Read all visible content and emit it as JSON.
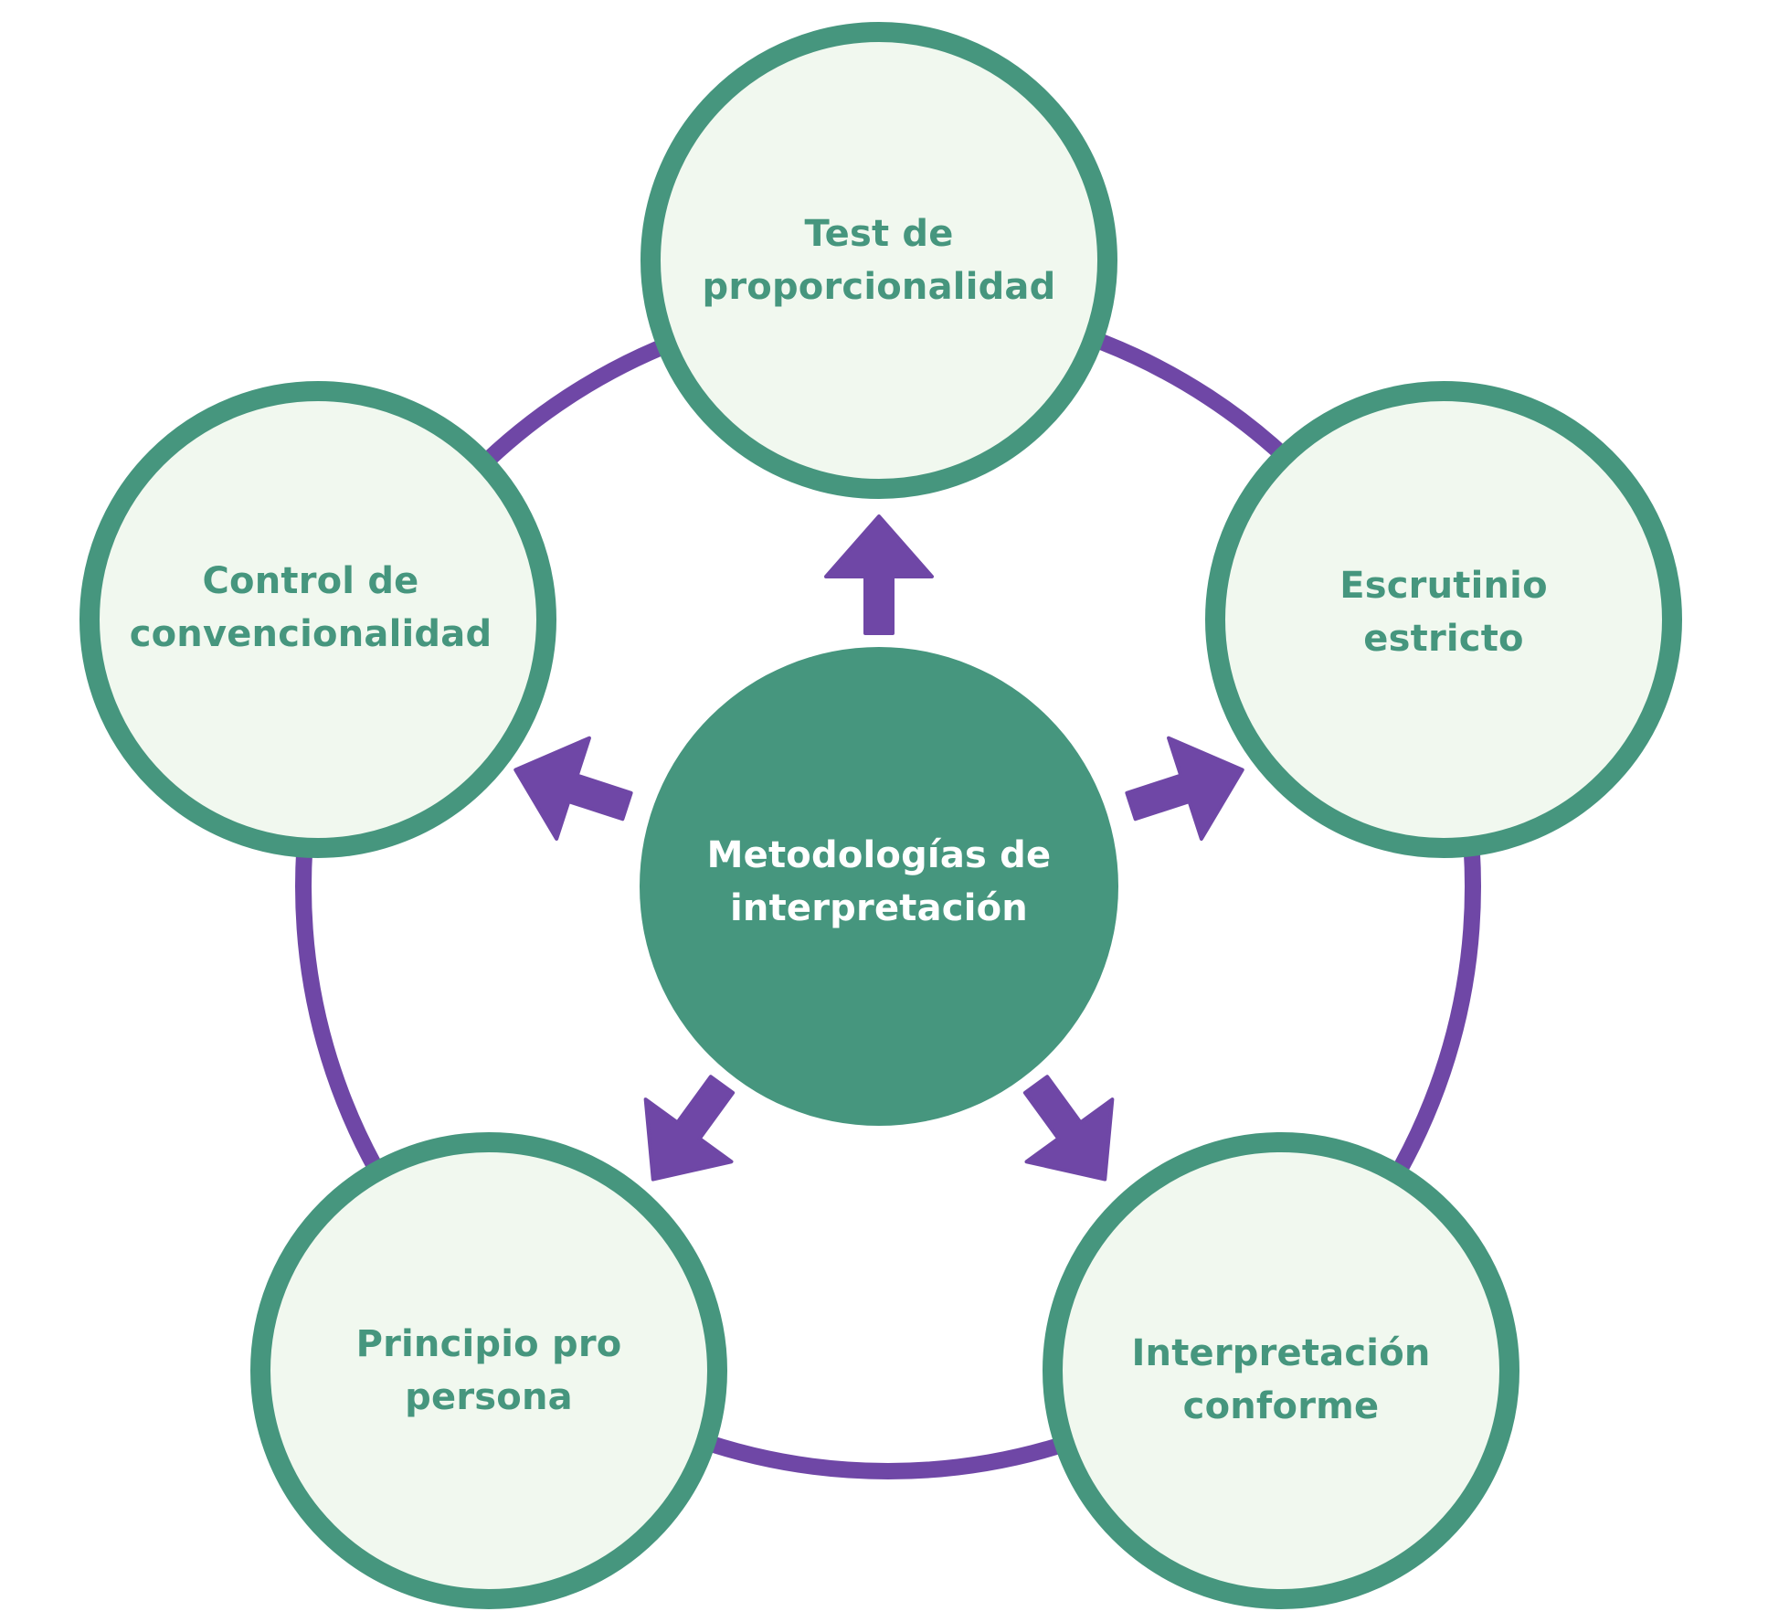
{
  "diagram": {
    "center": {
      "line1": "Metodologías de",
      "line2": "interpretación"
    },
    "nodes": [
      {
        "id": "test-proporcionalidad",
        "line1": "Test de",
        "line2": "proporcionalidad"
      },
      {
        "id": "escrutinio-estricto",
        "line1": "Escrutinio",
        "line2": "estricto"
      },
      {
        "id": "interpretacion-conforme",
        "line1": "Interpretación",
        "line2": "conforme"
      },
      {
        "id": "principio-pro-persona",
        "line1": "Principio pro",
        "line2": "persona"
      },
      {
        "id": "control-convencionalidad",
        "line1": "Control de",
        "line2": "convencionalidad"
      }
    ]
  },
  "colors": {
    "teal": "#46967e",
    "node_fill": "#f1f8ef",
    "purple": "#6f47a6",
    "white_text": "#ffffff"
  }
}
